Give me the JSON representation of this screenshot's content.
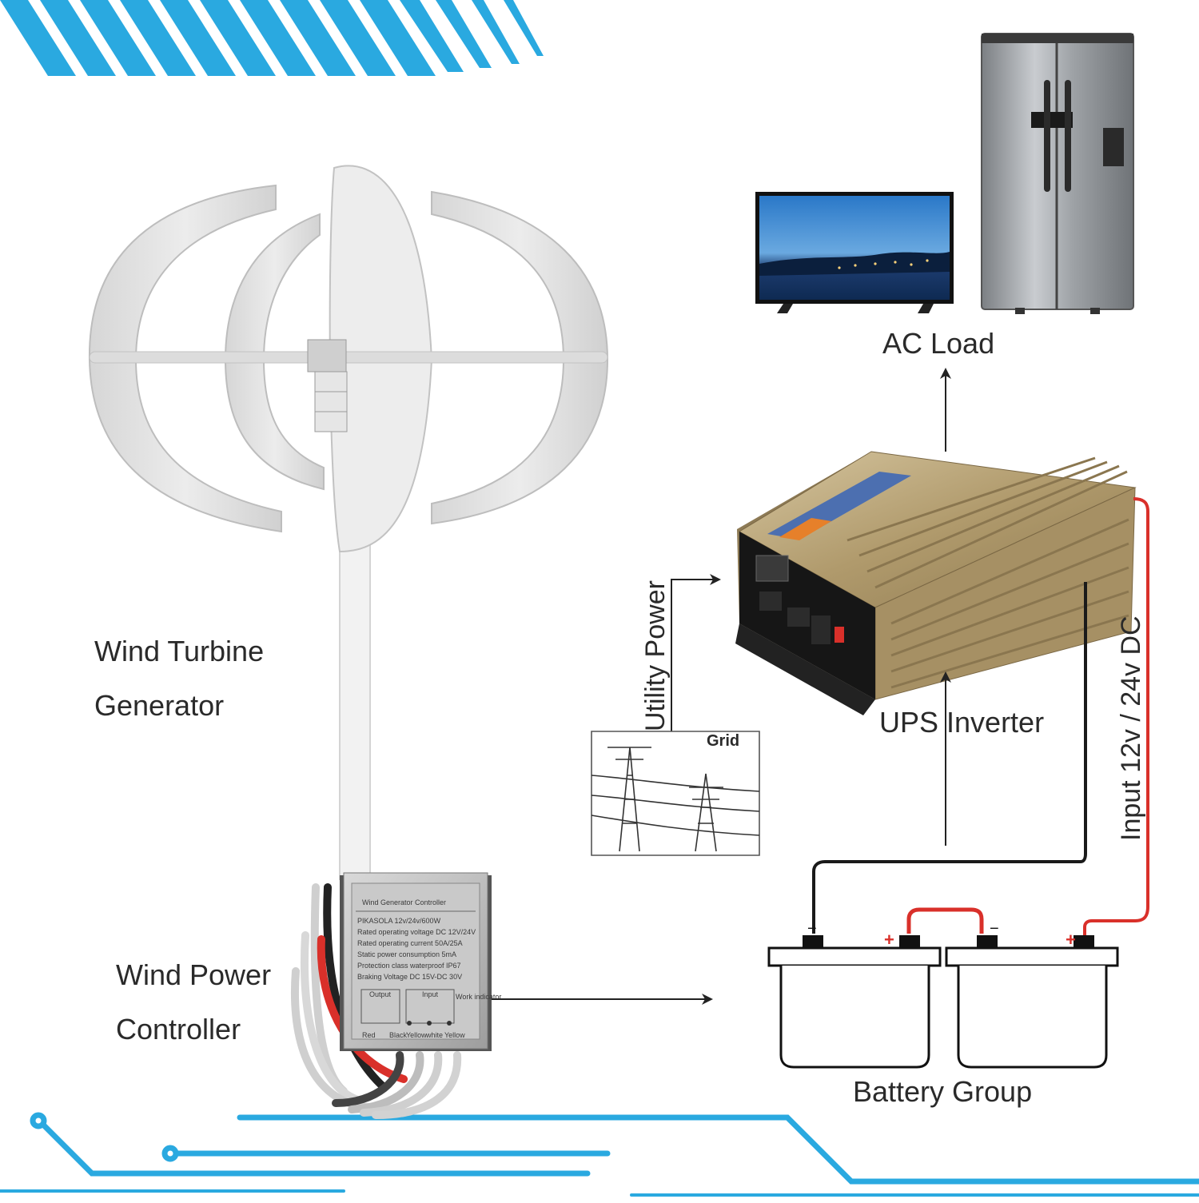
{
  "labels": {
    "wind_turbine": [
      "Wind Turbine",
      "Generator"
    ],
    "wind_controller": [
      "Wind Power",
      "Controller"
    ],
    "ac_load": "AC Load",
    "ups_inverter": "UPS Inverter",
    "utility_power": "Utility Power",
    "grid": "Grid",
    "input_dc": "Input 12v / 24v DC",
    "battery_group": "Battery Group"
  },
  "controller_plate": {
    "title": "Wind Generator Controller",
    "lines": [
      "PIKASOLA            12v/24v/600W",
      "Rated operating voltage DC 12V/24V",
      "Rated operating current 50A/25A",
      "Static power consumption 5mA",
      "Protection class waterproof IP67",
      "Braking Voltage DC 15V-DC 30V"
    ],
    "port_labels": [
      "Output",
      "Input",
      "Work indicator"
    ],
    "wire_labels": [
      "Red",
      "Black",
      "Yellow",
      "white",
      "Yellow"
    ]
  },
  "battery_terminals": [
    "−",
    "+",
    "−",
    "+"
  ],
  "colors": {
    "accent_stripes": "#2aa9e0",
    "dc_positive_wire": "#d9302a",
    "negative_wire": "#1a1a1a",
    "inverter_body": "#b5a27a",
    "turbine_blade": "#e3e3e3"
  }
}
